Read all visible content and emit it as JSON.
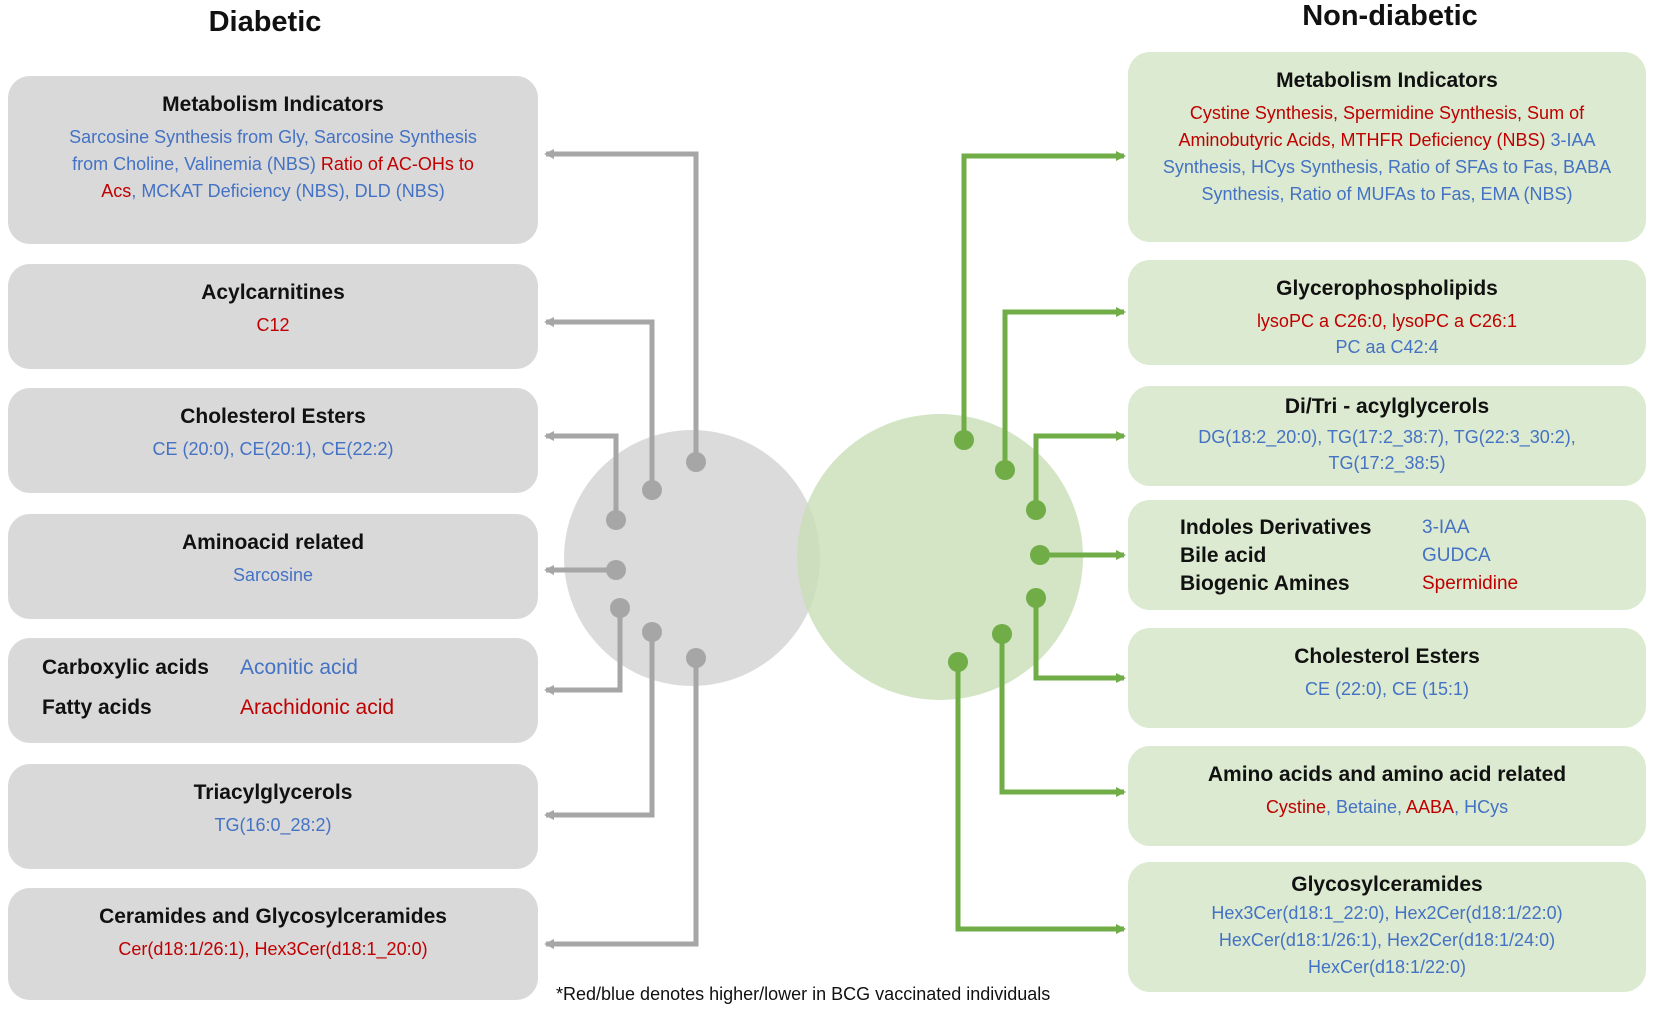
{
  "titles": {
    "left": "Diabetic",
    "right": "Non-diabetic"
  },
  "colors": {
    "red": "#c00000",
    "blue": "#4472c4",
    "gray_box": "#d9d9d9",
    "green_box": "#dbead0",
    "gray_line": "#a6a6a6",
    "green_line": "#70ad47"
  },
  "diabetic": [
    {
      "title": "Metabolism Indicators",
      "segments": [
        {
          "text": "Sarcosine Synthesis from Gly, Sarcosine Synthesis from Choline, Valinemia (NBS) ",
          "color": "blue"
        },
        {
          "text": "Ratio of AC-OHs to Acs",
          "color": "red"
        },
        {
          "text": ", MCKAT Deficiency (NBS), DLD (NBS)",
          "color": "blue"
        }
      ]
    },
    {
      "title": "Acylcarnitines",
      "segments": [
        {
          "text": "C12",
          "color": "red"
        }
      ]
    },
    {
      "title": "Cholesterol Esters",
      "segments": [
        {
          "text": "CE (20:0), CE(20:1), CE(22:2)",
          "color": "blue"
        }
      ]
    },
    {
      "title": "Aminoacid related",
      "segments": [
        {
          "text": "Sarcosine",
          "color": "blue"
        }
      ]
    },
    {
      "rows": [
        {
          "label": "Carboxylic acids",
          "value": "Aconitic acid",
          "color": "blue"
        },
        {
          "label": "Fatty acids",
          "value": "Arachidonic acid",
          "color": "red"
        }
      ]
    },
    {
      "title": "Triacylglycerols",
      "segments": [
        {
          "text": "TG(16:0_28:2)",
          "color": "blue"
        }
      ]
    },
    {
      "title": "Ceramides and Glycosylceramides",
      "segments": [
        {
          "text": "Cer(d18:1/26:1), Hex3Cer(d18:1_20:0)",
          "color": "red"
        }
      ]
    }
  ],
  "nondiabetic": [
    {
      "title": "Metabolism Indicators",
      "segments": [
        {
          "text": "Cystine Synthesis, Spermidine Synthesis, Sum of Aminobutyric Acids, MTHFR Deficiency (NBS) ",
          "color": "red"
        },
        {
          "text": "3-IAA Synthesis, HCys Synthesis, Ratio of SFAs to Fas, BABA Synthesis, Ratio of MUFAs to Fas, EMA (NBS)",
          "color": "blue"
        }
      ]
    },
    {
      "title": "Glycerophospholipids",
      "segments": [
        {
          "text": "lysoPC a C26:0, lysoPC a C26:1",
          "color": "red",
          "newline": true
        },
        {
          "text": "PC aa C42:4",
          "color": "blue"
        }
      ]
    },
    {
      "title": "Di/Tri - acylglycerols",
      "segments": [
        {
          "text": "DG(18:2_20:0), TG(17:2_38:7), TG(22:3_30:2), TG(17:2_38:5)",
          "color": "blue"
        }
      ]
    },
    {
      "rows": [
        {
          "label": "Indoles Derivatives",
          "value": "3-IAA",
          "color": "blue"
        },
        {
          "label": "Bile acid",
          "value": "GUDCA",
          "color": "blue"
        },
        {
          "label": "Biogenic Amines",
          "value": "Spermidine",
          "color": "red"
        }
      ]
    },
    {
      "title": "Cholesterol Esters",
      "segments": [
        {
          "text": "CE (22:0), CE (15:1)",
          "color": "blue"
        }
      ]
    },
    {
      "title": "Amino acids and amino acid related",
      "segments": [
        {
          "text": "Cystine",
          "color": "red"
        },
        {
          "text": ", Betaine, ",
          "color": "blue"
        },
        {
          "text": "AABA",
          "color": "red"
        },
        {
          "text": ", HCys",
          "color": "blue"
        }
      ]
    },
    {
      "title": "Glycosylceramides",
      "segments": [
        {
          "text": "Hex3Cer(d18:1_22:0), Hex2Cer(d18:1/22:0) HexCer(d18:1/26:1), Hex2Cer(d18:1/24:0) HexCer(d18:1/22:0)",
          "color": "blue"
        }
      ]
    }
  ],
  "footnote": "*Red/blue denotes higher/lower in BCG vaccinated individuals"
}
